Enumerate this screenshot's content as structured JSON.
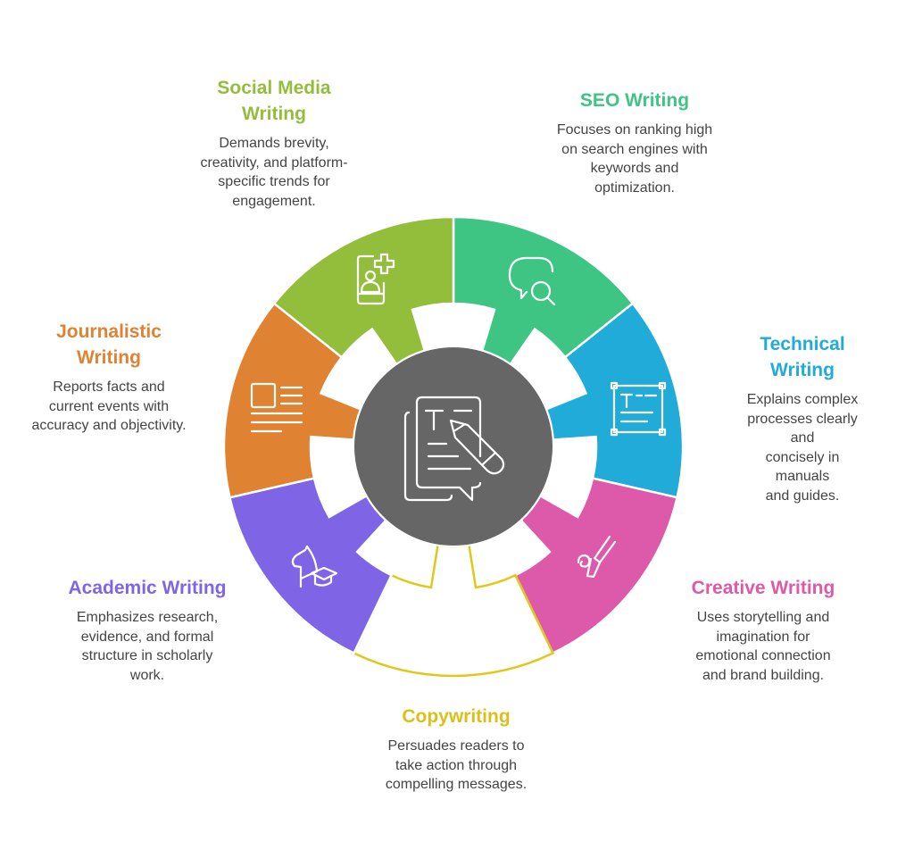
{
  "center": {
    "icon": "document-pencil-icon",
    "color": "#666666"
  },
  "segments": [
    {
      "id": "seo",
      "title": "SEO Writing",
      "desc": "Focuses on ranking high\non search engines with\nkeywords and\noptimization.",
      "color": "#3EC584",
      "icon": "chat-search-icon",
      "outline": false
    },
    {
      "id": "technical",
      "title": "Technical Writing",
      "desc": "Explains complex\nprocesses clearly and\nconcisely in manuals\nand guides.",
      "color": "#20ABD9",
      "icon": "text-frame-icon",
      "outline": false
    },
    {
      "id": "creative",
      "title": "Creative Writing",
      "desc": "Uses storytelling and\nimagination for\nemotional connection\nand brand building.",
      "color": "#DD59A9",
      "icon": "paintbrush-swirl-icon",
      "outline": false
    },
    {
      "id": "copywriting",
      "title": "Copywriting",
      "desc": "Persuades readers to\ntake action through\ncompelling messages.",
      "color": "#E0C81A",
      "icon": "none",
      "outline": true
    },
    {
      "id": "academic",
      "title": "Academic Writing",
      "desc": "Emphasizes research,\nevidence, and formal\nstructure in scholarly\nwork.",
      "color": "#7F65E6",
      "icon": "graduation-cap-icon",
      "outline": false
    },
    {
      "id": "journalistic",
      "title": "Journalistic\nWriting",
      "desc": "Reports facts and\ncurrent events with\naccuracy and objectivity.",
      "color": "#DF8232",
      "icon": "newspaper-icon",
      "outline": false
    },
    {
      "id": "social",
      "title": "Social Media\nWriting",
      "desc": "Demands brevity,\ncreativity, and platform-\nspecific trends for\nengagement.",
      "color": "#93BE3C",
      "icon": "profile-add-icon",
      "outline": false
    }
  ]
}
